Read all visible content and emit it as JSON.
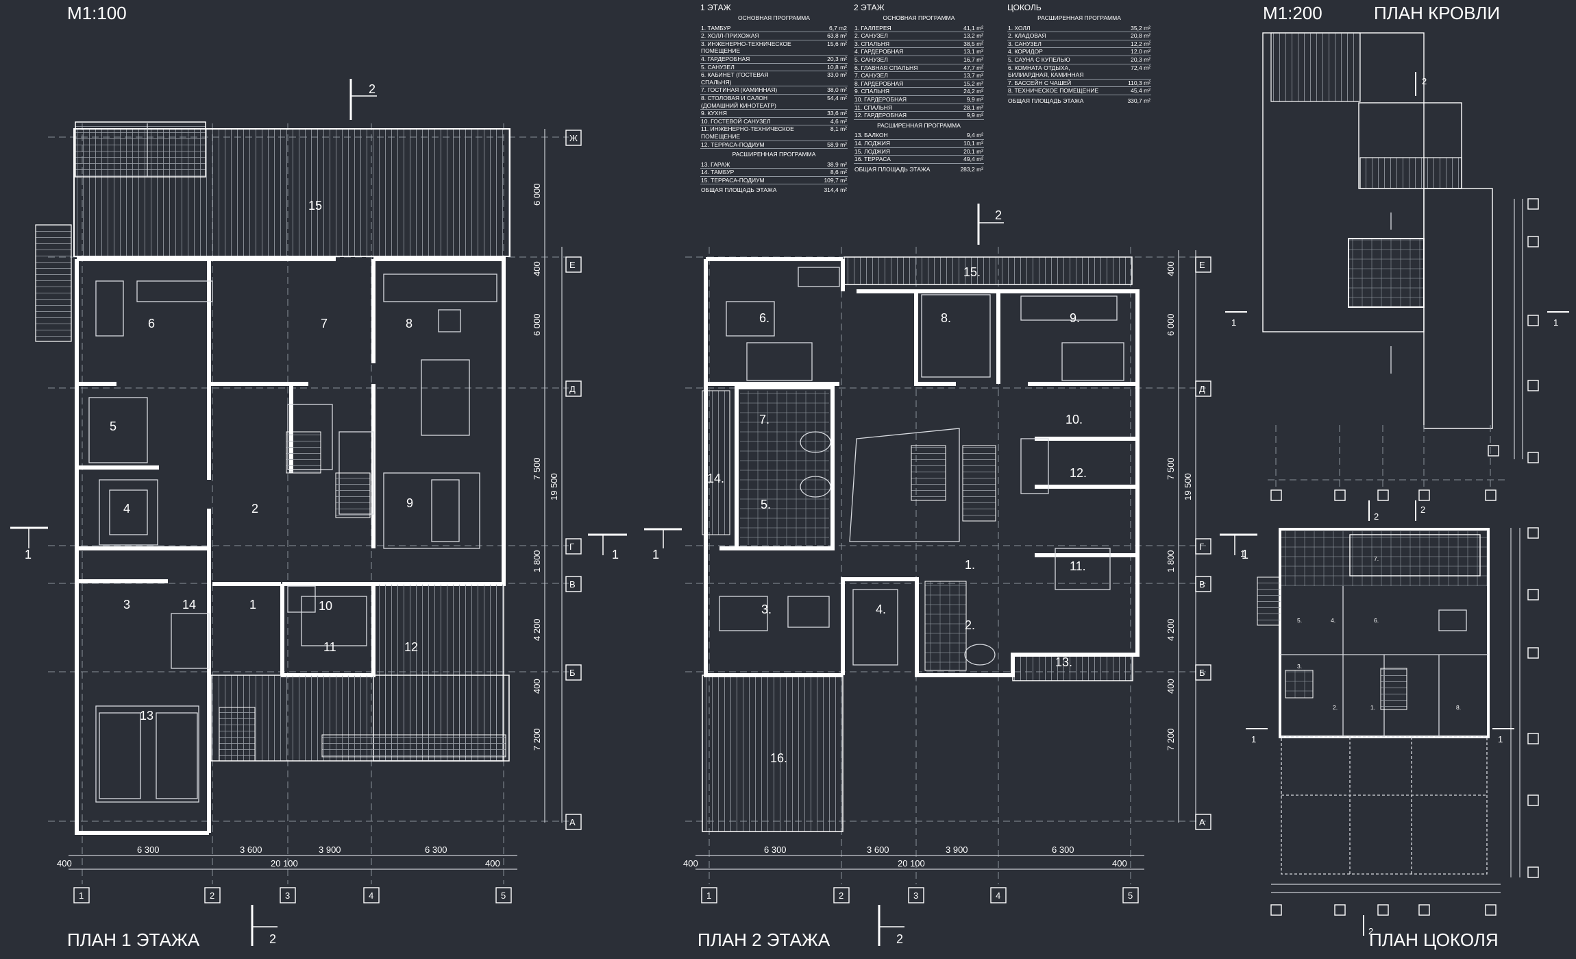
{
  "scales": {
    "m100": "M1:100",
    "m200": "M1:200"
  },
  "titles": {
    "plan1": "ПЛАН 1 ЭТАЖА",
    "plan2": "ПЛАН 2 ЭТАЖА",
    "roof": "ПЛАН КРОВЛИ",
    "basement": "ПЛАН ЦОКОЛЯ"
  },
  "axes_letters": [
    "Ж",
    "Е",
    "Д",
    "Г",
    "В",
    "Б",
    "А"
  ],
  "axes_numbers": [
    "1",
    "2",
    "3",
    "4",
    "5"
  ],
  "section_marks": [
    "1",
    "2"
  ],
  "dims": {
    "bottom": [
      "6 300",
      "3 600",
      "3 900",
      "6 300"
    ],
    "edge": "400",
    "total": "20 100",
    "right1": [
      "6 000",
      "400",
      "6 000",
      "7 500",
      "1 800",
      "4 200",
      "400",
      "7 200"
    ],
    "right2": [
      "400",
      "6 000",
      "7 500",
      "1 800",
      "4 200",
      "400",
      "7 200"
    ],
    "overall": "19 500"
  },
  "rooms_floor1": [
    "15",
    "6",
    "7",
    "8",
    "5",
    "2",
    "9",
    "4",
    "3",
    "14",
    "1",
    "10",
    "11",
    "12",
    "13"
  ],
  "rooms_floor2": [
    "15.",
    "6.",
    "8.",
    "9.",
    "7.",
    "10.",
    "14.",
    "5.",
    "12.",
    "1.",
    "11.",
    "3.",
    "4.",
    "2.",
    "13.",
    "16."
  ],
  "schedule": {
    "floor1": {
      "heading": "1 ЭТАЖ",
      "main": "ОСНОВНАЯ ПРОГРАММА",
      "rows": [
        [
          "1. ТАМБУР",
          "6,7 m2"
        ],
        [
          "2. ХОЛЛ-ПРИХОЖАЯ",
          "63,8 m²"
        ],
        [
          "3. ИНЖЕНЕРНО-ТЕХНИЧЕСКОЕ ПОМЕЩЕНИЕ",
          "15,6 m²"
        ],
        [
          "4. ГАРДЕРОБНАЯ",
          "20,3 m²"
        ],
        [
          "5. САНУЗЕЛ",
          "10,8 m²"
        ],
        [
          "6. КАБИНЕТ (ГОСТЕВАЯ СПАЛЬНЯ)",
          "33,0 m²"
        ],
        [
          "7. ГОСТИНАЯ (КАМИННАЯ)",
          "38,0 m²"
        ],
        [
          "8. СТОЛОВАЯ И САЛОН (ДОМАШНИЙ КИНОТЕАТР)",
          "54,4 m²"
        ],
        [
          "9. КУХНЯ",
          "33,6 m²"
        ],
        [
          "10. ГОСТЕВОЙ САНУЗЕЛ",
          "4,6 m²"
        ],
        [
          "11. ИНЖЕНЕРНО-ТЕХНИЧЕСКОЕ ПОМЕЩЕНИЕ",
          "8,1 m²"
        ],
        [
          "12. ТЕРРАСА-ПОДИУМ",
          "58,9 m²"
        ]
      ],
      "ext": "РАСШИРЕННАЯ ПРОГРАММА",
      "ext_rows": [
        [
          "13. ГАРАЖ",
          "38,9 m²"
        ],
        [
          "14. ТАМБУР",
          "8,6 m²"
        ],
        [
          "15. ТЕРРАСА-ПОДИУМ",
          "109,7 m²"
        ]
      ],
      "total": [
        "ОБЩАЯ ПЛОЩАДЬ ЭТАЖА",
        "314,4 m²"
      ]
    },
    "floor2": {
      "heading": "2 ЭТАЖ",
      "main": "ОСНОВНАЯ ПРОГРАММА",
      "rows": [
        [
          "1. ГАЛЛЕРЕЯ",
          "41,1 m²"
        ],
        [
          "2. САНУЗЕЛ",
          "13,2 m²"
        ],
        [
          "3. СПАЛЬНЯ",
          "38,5 m²"
        ],
        [
          "4. ГАРДЕРОБНАЯ",
          "13,1 m²"
        ],
        [
          "5. САНУЗЕЛ",
          "16,7 m²"
        ],
        [
          "6. ГЛАВНАЯ СПАЛЬНЯ",
          "47,7 m²"
        ],
        [
          "7. САНУЗЕЛ",
          "13,7 m²"
        ],
        [
          "8. ГАРДЕРОБНАЯ",
          "15,2 m²"
        ],
        [
          "9. СПАЛЬНЯ",
          "24,2 m²"
        ],
        [
          "10. ГАРДЕРОБНАЯ",
          "9,9 m²"
        ],
        [
          "11. СПАЛЬНЯ",
          "28,1 m²"
        ],
        [
          "12. ГАРДЕРОБНАЯ",
          "9,9 m²"
        ]
      ],
      "ext": "РАСШИРЕННАЯ ПРОГРАММА",
      "ext_rows": [
        [
          "13. БАЛКОН",
          "9,4 m²"
        ],
        [
          "14. ЛОДЖИЯ",
          "10,1 m²"
        ],
        [
          "15. ЛОДЖИЯ",
          "20,1 m²"
        ],
        [
          "16. ТЕРРАСА",
          "49,4 m²"
        ]
      ],
      "total": [
        "ОБЩАЯ ПЛОЩАДЬ ЭТАЖА",
        "283,2 m²"
      ]
    },
    "basement": {
      "heading": "ЦОКОЛЬ",
      "ext": "РАСШИРЕННАЯ ПРОГРАММА",
      "rows": [
        [
          "1. ХОЛЛ",
          "35,2 m²"
        ],
        [
          "2. КЛАДОВАЯ",
          "20,8 m²"
        ],
        [
          "3. САНУЗЕЛ",
          "12,2 m²"
        ],
        [
          "4. КОРИДОР",
          "12,0 m²"
        ],
        [
          "5. САУНА С КУПЕЛЬЮ",
          "20,3 m²"
        ],
        [
          "6. КОМНАТА ОТДЫХА, БИЛИАРДНАЯ, КАМИННАЯ",
          "72,4 m²"
        ],
        [
          "7. БАССЕЙН С ЧАШЕЙ",
          "110,3 m²"
        ],
        [
          "8. ТЕХНИЧЕСКОЕ ПОМЕЩЕНИЕ",
          "45,4 m²"
        ]
      ],
      "total": [
        "ОБЩАЯ ПЛОЩАДЬ ЭТАЖА",
        "330,7 m²"
      ]
    }
  }
}
